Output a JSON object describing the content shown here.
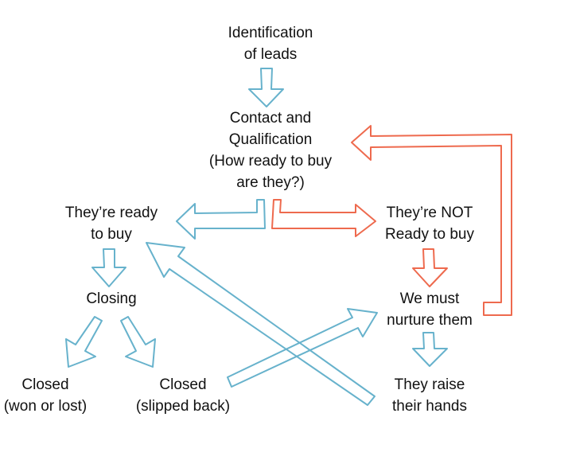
{
  "nodes": {
    "identification": [
      "Identification",
      "of leads"
    ],
    "contact": [
      "Contact and",
      "Qualification",
      "(How ready to buy",
      "are they?)"
    ],
    "ready": [
      "They’re ready",
      "to buy"
    ],
    "not_ready": [
      "They’re NOT",
      "Ready to buy"
    ],
    "closing": [
      "Closing"
    ],
    "nurture": [
      "We must",
      "nurture them"
    ],
    "closed_won": [
      "Closed",
      "(won or lost)"
    ],
    "closed_slipped": [
      "Closed",
      "(slipped back)"
    ],
    "raise_hands": [
      "They raise",
      "their hands"
    ]
  },
  "colors": {
    "positive_path": "#67b2cc",
    "negative_path": "#ee6a4e",
    "text": "#111111"
  }
}
